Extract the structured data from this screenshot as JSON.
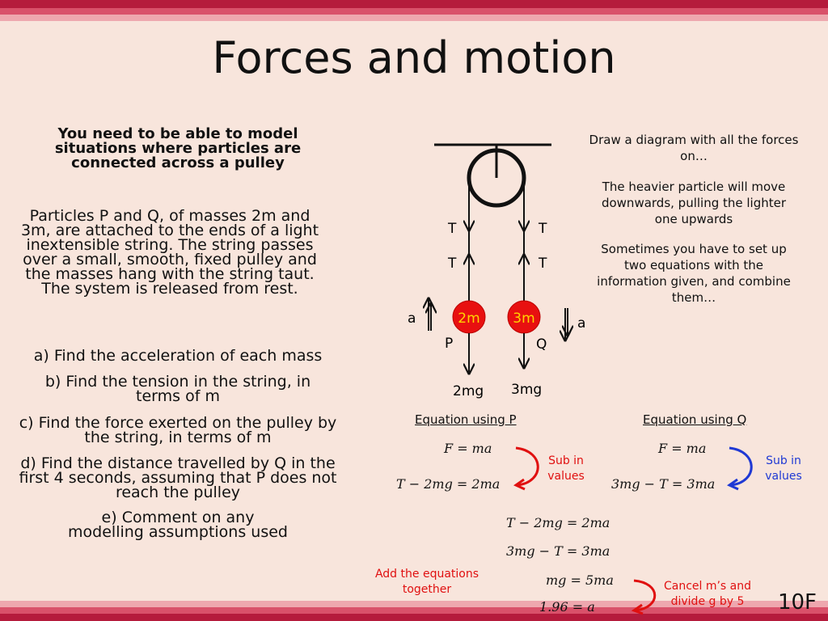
{
  "title": "Forces and motion",
  "intro": "You need to be able to model situations where particles are connected across a pulley",
  "problem": "Particles P and Q, of masses 2m and 3m, are attached to the ends of a light inextensible string. The string passes over a small, smooth, fixed pulley and the masses hang with the string taut. The system is released from rest.",
  "questions": {
    "a": "a) Find the acceleration of each mass",
    "b": "b) Find the tension in the string, in terms of m",
    "c": "c) Find the force exerted on the pulley by the string, in terms of m",
    "d": "d) Find the distance travelled by Q in the first 4 seconds, assuming that P does not reach the pulley",
    "e": "e) Comment on any modelling assumptions used"
  },
  "notes": {
    "n1": "Draw a diagram with all the forces on…",
    "n2": "The heavier particle will move downwards, pulling the lighter one upwards",
    "n3": "Sometimes you have to set up two equations with the information given, and combine them…"
  },
  "diagram": {
    "T": "T",
    "a": "a",
    "mass_p": "2m",
    "mass_q": "3m",
    "label_p": "P",
    "label_q": "Q",
    "weight_p": "2mg",
    "weight_q": "3mg",
    "mass_color": "#e81010",
    "mass_text_color": "#ffd400"
  },
  "equations": {
    "head_p": "Equation using P",
    "head_q": "Equation using Q",
    "p1": "𝐹 = 𝑚𝑎",
    "p2": "𝑇 − 2𝑚𝑔 = 2𝑚𝑎",
    "q1": "𝐹 = 𝑚𝑎",
    "q2": "3𝑚𝑔 − 𝑇 = 3𝑚𝑎",
    "c1": "𝑇 − 2𝑚𝑔 = 2𝑚𝑎",
    "c2": "3𝑚𝑔 − 𝑇 = 3𝑚𝑎",
    "c3": "𝑚𝑔 = 5𝑚𝑎",
    "c4": "1.96 = 𝑎",
    "sub_left": "Sub in values",
    "sub_right": "Sub in values",
    "add": "Add the equations together",
    "cancel": "Cancel m’s and divide g by 5"
  },
  "slide_number": "10F"
}
